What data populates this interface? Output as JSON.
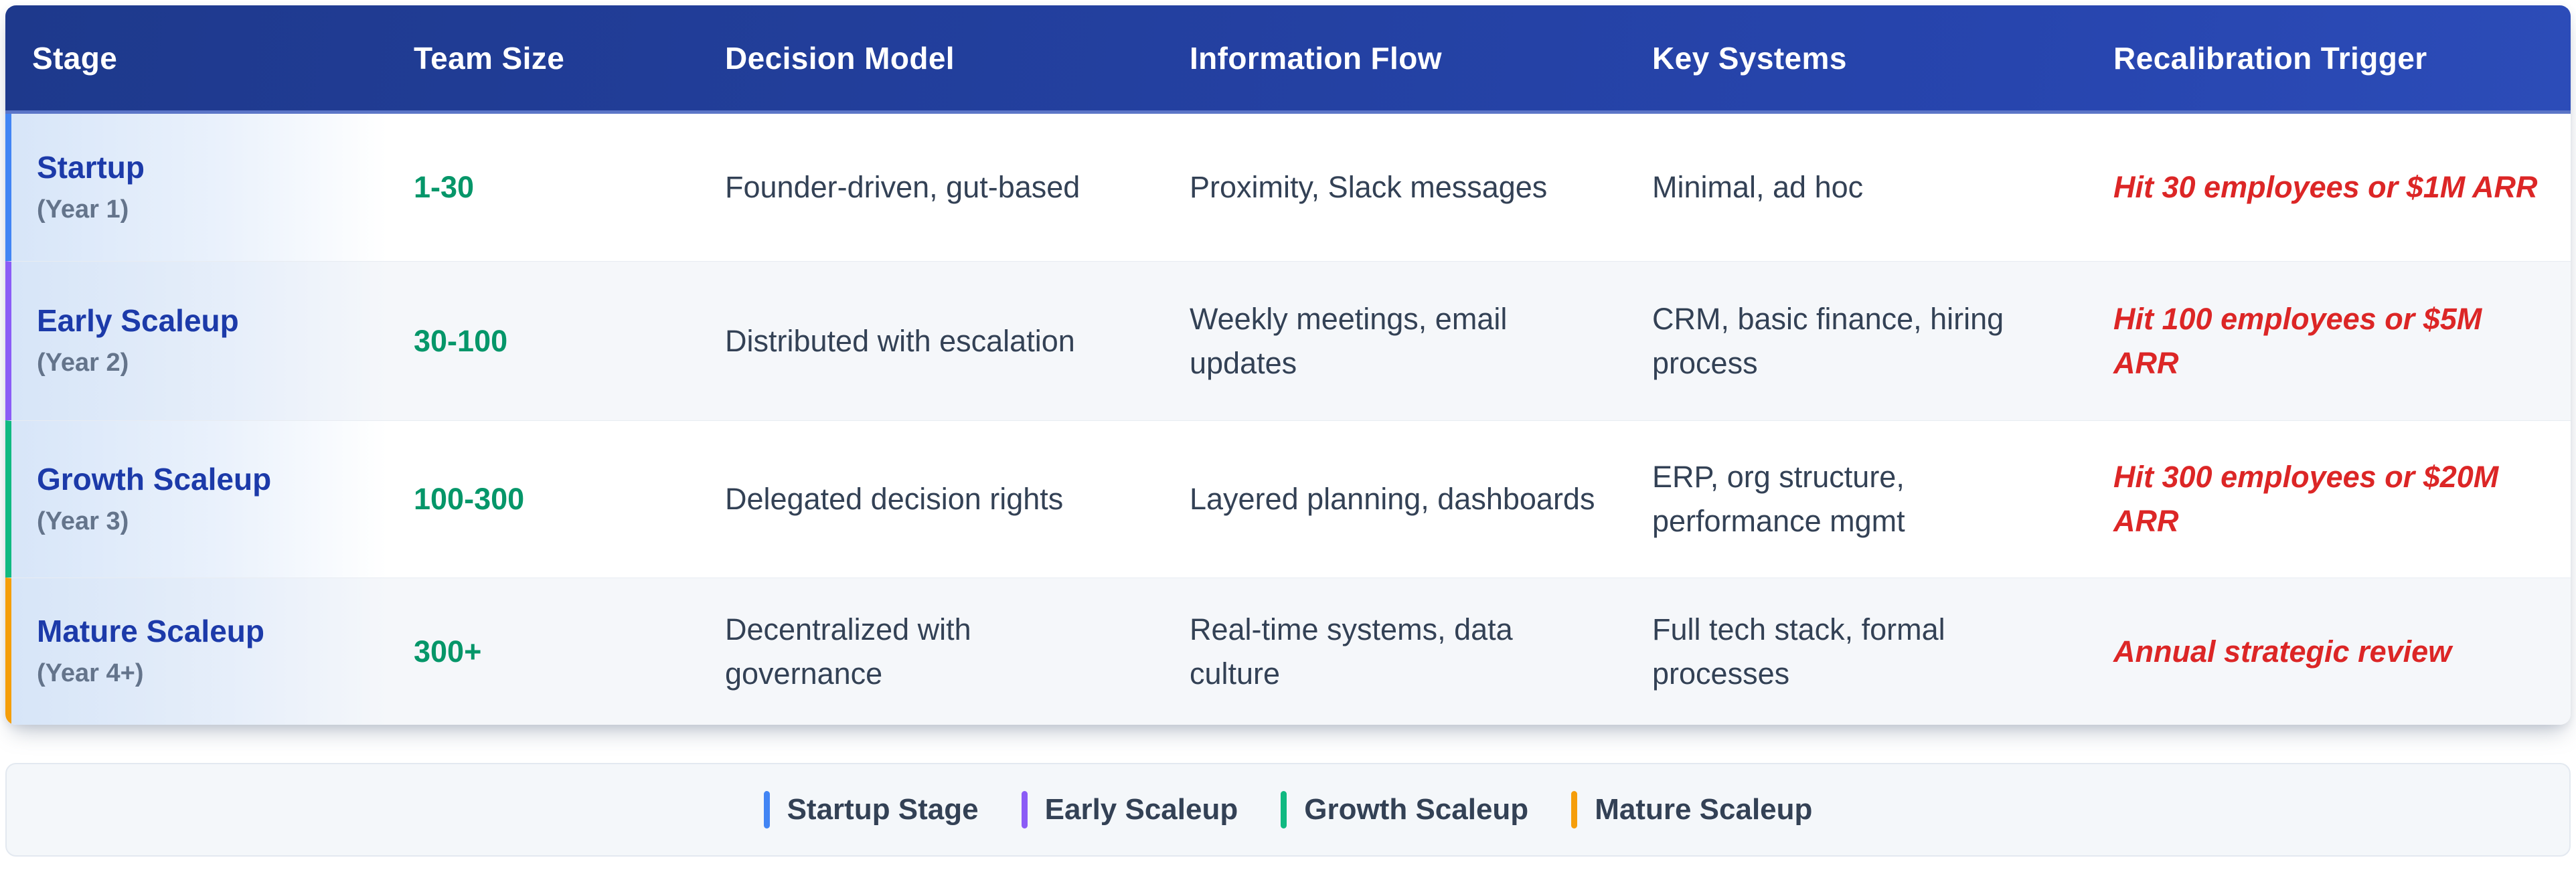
{
  "chart_data": {
    "type": "table",
    "title": "",
    "legend_position": "bottom",
    "columns": [
      "Stage",
      "Team Size",
      "Decision Model",
      "Information Flow",
      "Key Systems",
      "Recalibration Trigger"
    ],
    "rows": [
      {
        "stage": "Startup",
        "period": "(Year 1)",
        "team_size": "1-30",
        "decision_model": "Founder-driven, gut-based",
        "information_flow": "Proximity, Slack messages",
        "key_systems": "Minimal, ad hoc",
        "recalibration_trigger": "Hit 30 employees or $1M ARR",
        "accent_color": "#4285f4"
      },
      {
        "stage": "Early Scaleup",
        "period": "(Year 2)",
        "team_size": "30-100",
        "decision_model": "Distributed with escalation",
        "information_flow": "Weekly meetings, email updates",
        "key_systems": "CRM, basic finance, hiring process",
        "recalibration_trigger": "Hit 100 employees or $5M ARR",
        "accent_color": "#8b5cf6"
      },
      {
        "stage": "Growth Scaleup",
        "period": "(Year 3)",
        "team_size": "100-300",
        "decision_model": "Delegated decision rights",
        "information_flow": "Layered planning, dashboards",
        "key_systems": "ERP, org structure, performance mgmt",
        "recalibration_trigger": "Hit 300 employees or $20M ARR",
        "accent_color": "#10b981"
      },
      {
        "stage": "Mature Scaleup",
        "period": "(Year 4+)",
        "team_size": "300+",
        "decision_model": "Decentralized with governance",
        "information_flow": "Real-time systems, data culture",
        "key_systems": "Full tech stack, formal processes",
        "recalibration_trigger": "Annual strategic review",
        "accent_color": "#f59e0b"
      }
    ],
    "legend": [
      {
        "label": "Startup Stage",
        "color": "#4285f4"
      },
      {
        "label": "Early Scaleup",
        "color": "#8b5cf6"
      },
      {
        "label": "Growth Scaleup",
        "color": "#10b981"
      },
      {
        "label": "Mature Scaleup",
        "color": "#f59e0b"
      }
    ]
  },
  "colors": {
    "header_gradient_start": "#1e398c",
    "header_gradient_end": "#2c4cb8",
    "header_underline": "#5b75c7",
    "stage_name_text": "#1c3aa9",
    "stage_period_text": "#64748b",
    "team_size_text": "#059669",
    "body_text": "#334155",
    "trigger_text": "#dc2626",
    "row_alt_background": "#f5f7fa",
    "stage_cell_tint": "#d5e4f8",
    "legend_background": "#f4f7fa",
    "legend_border": "#e3e9f0"
  }
}
